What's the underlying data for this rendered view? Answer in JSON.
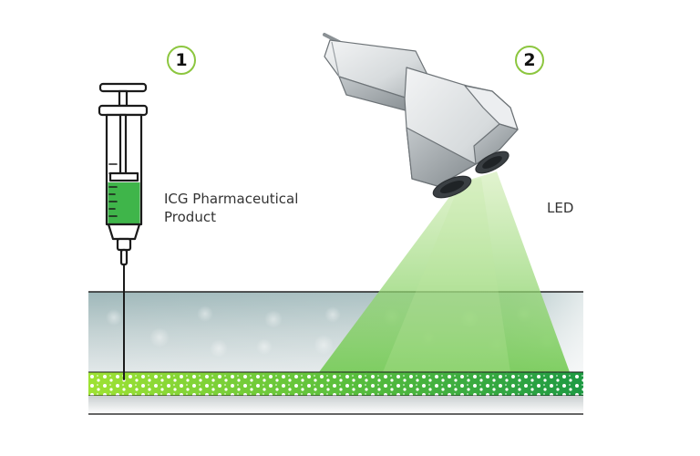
{
  "steps": {
    "injection": "1",
    "illumination": "2"
  },
  "labels": {
    "icg_line1": "ICG Pharmaceutical",
    "icg_line2": "Product",
    "led": "LED"
  },
  "colors": {
    "accent_green": "#8cc63f",
    "fluid_green": "#3fb54a",
    "tissue_gray": "#b7c7c8",
    "vessel_green": "#7ac943"
  },
  "icons": {
    "syringe": "syringe-icon",
    "camera": "nir-camera-icon"
  }
}
